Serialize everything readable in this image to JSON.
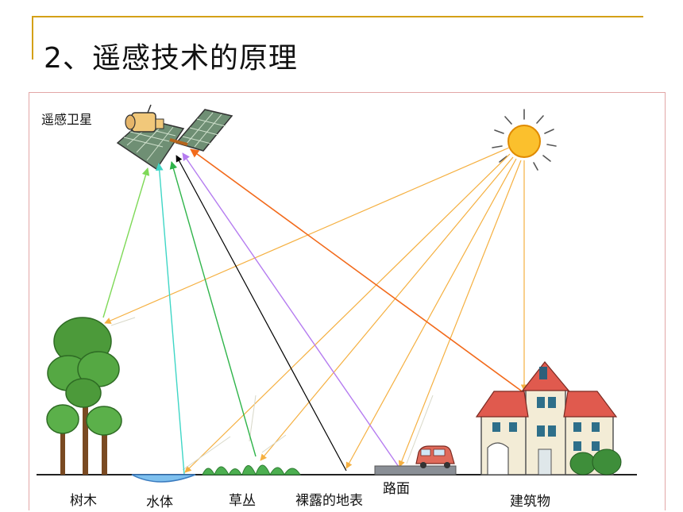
{
  "title": "2、遥感技术的原理",
  "satellite_label": "遥感卫星",
  "ground_labels": {
    "tree": "树木",
    "water": "水体",
    "grass": "草丛",
    "bare_ground": "裸露的地表",
    "road": "路面",
    "building": "建筑物"
  },
  "colors": {
    "title_rule": "#d4a017",
    "frame": "#e2a6a6",
    "incoming_light": "#f5b041",
    "tree_reflect": "#7ed957",
    "water_reflect": "#3fd6c6",
    "grass_reflect": "#2fb44a",
    "bare_reflect": "#000000",
    "road_reflect": "#b57cf0",
    "building_reflect": "#f26a1b"
  }
}
